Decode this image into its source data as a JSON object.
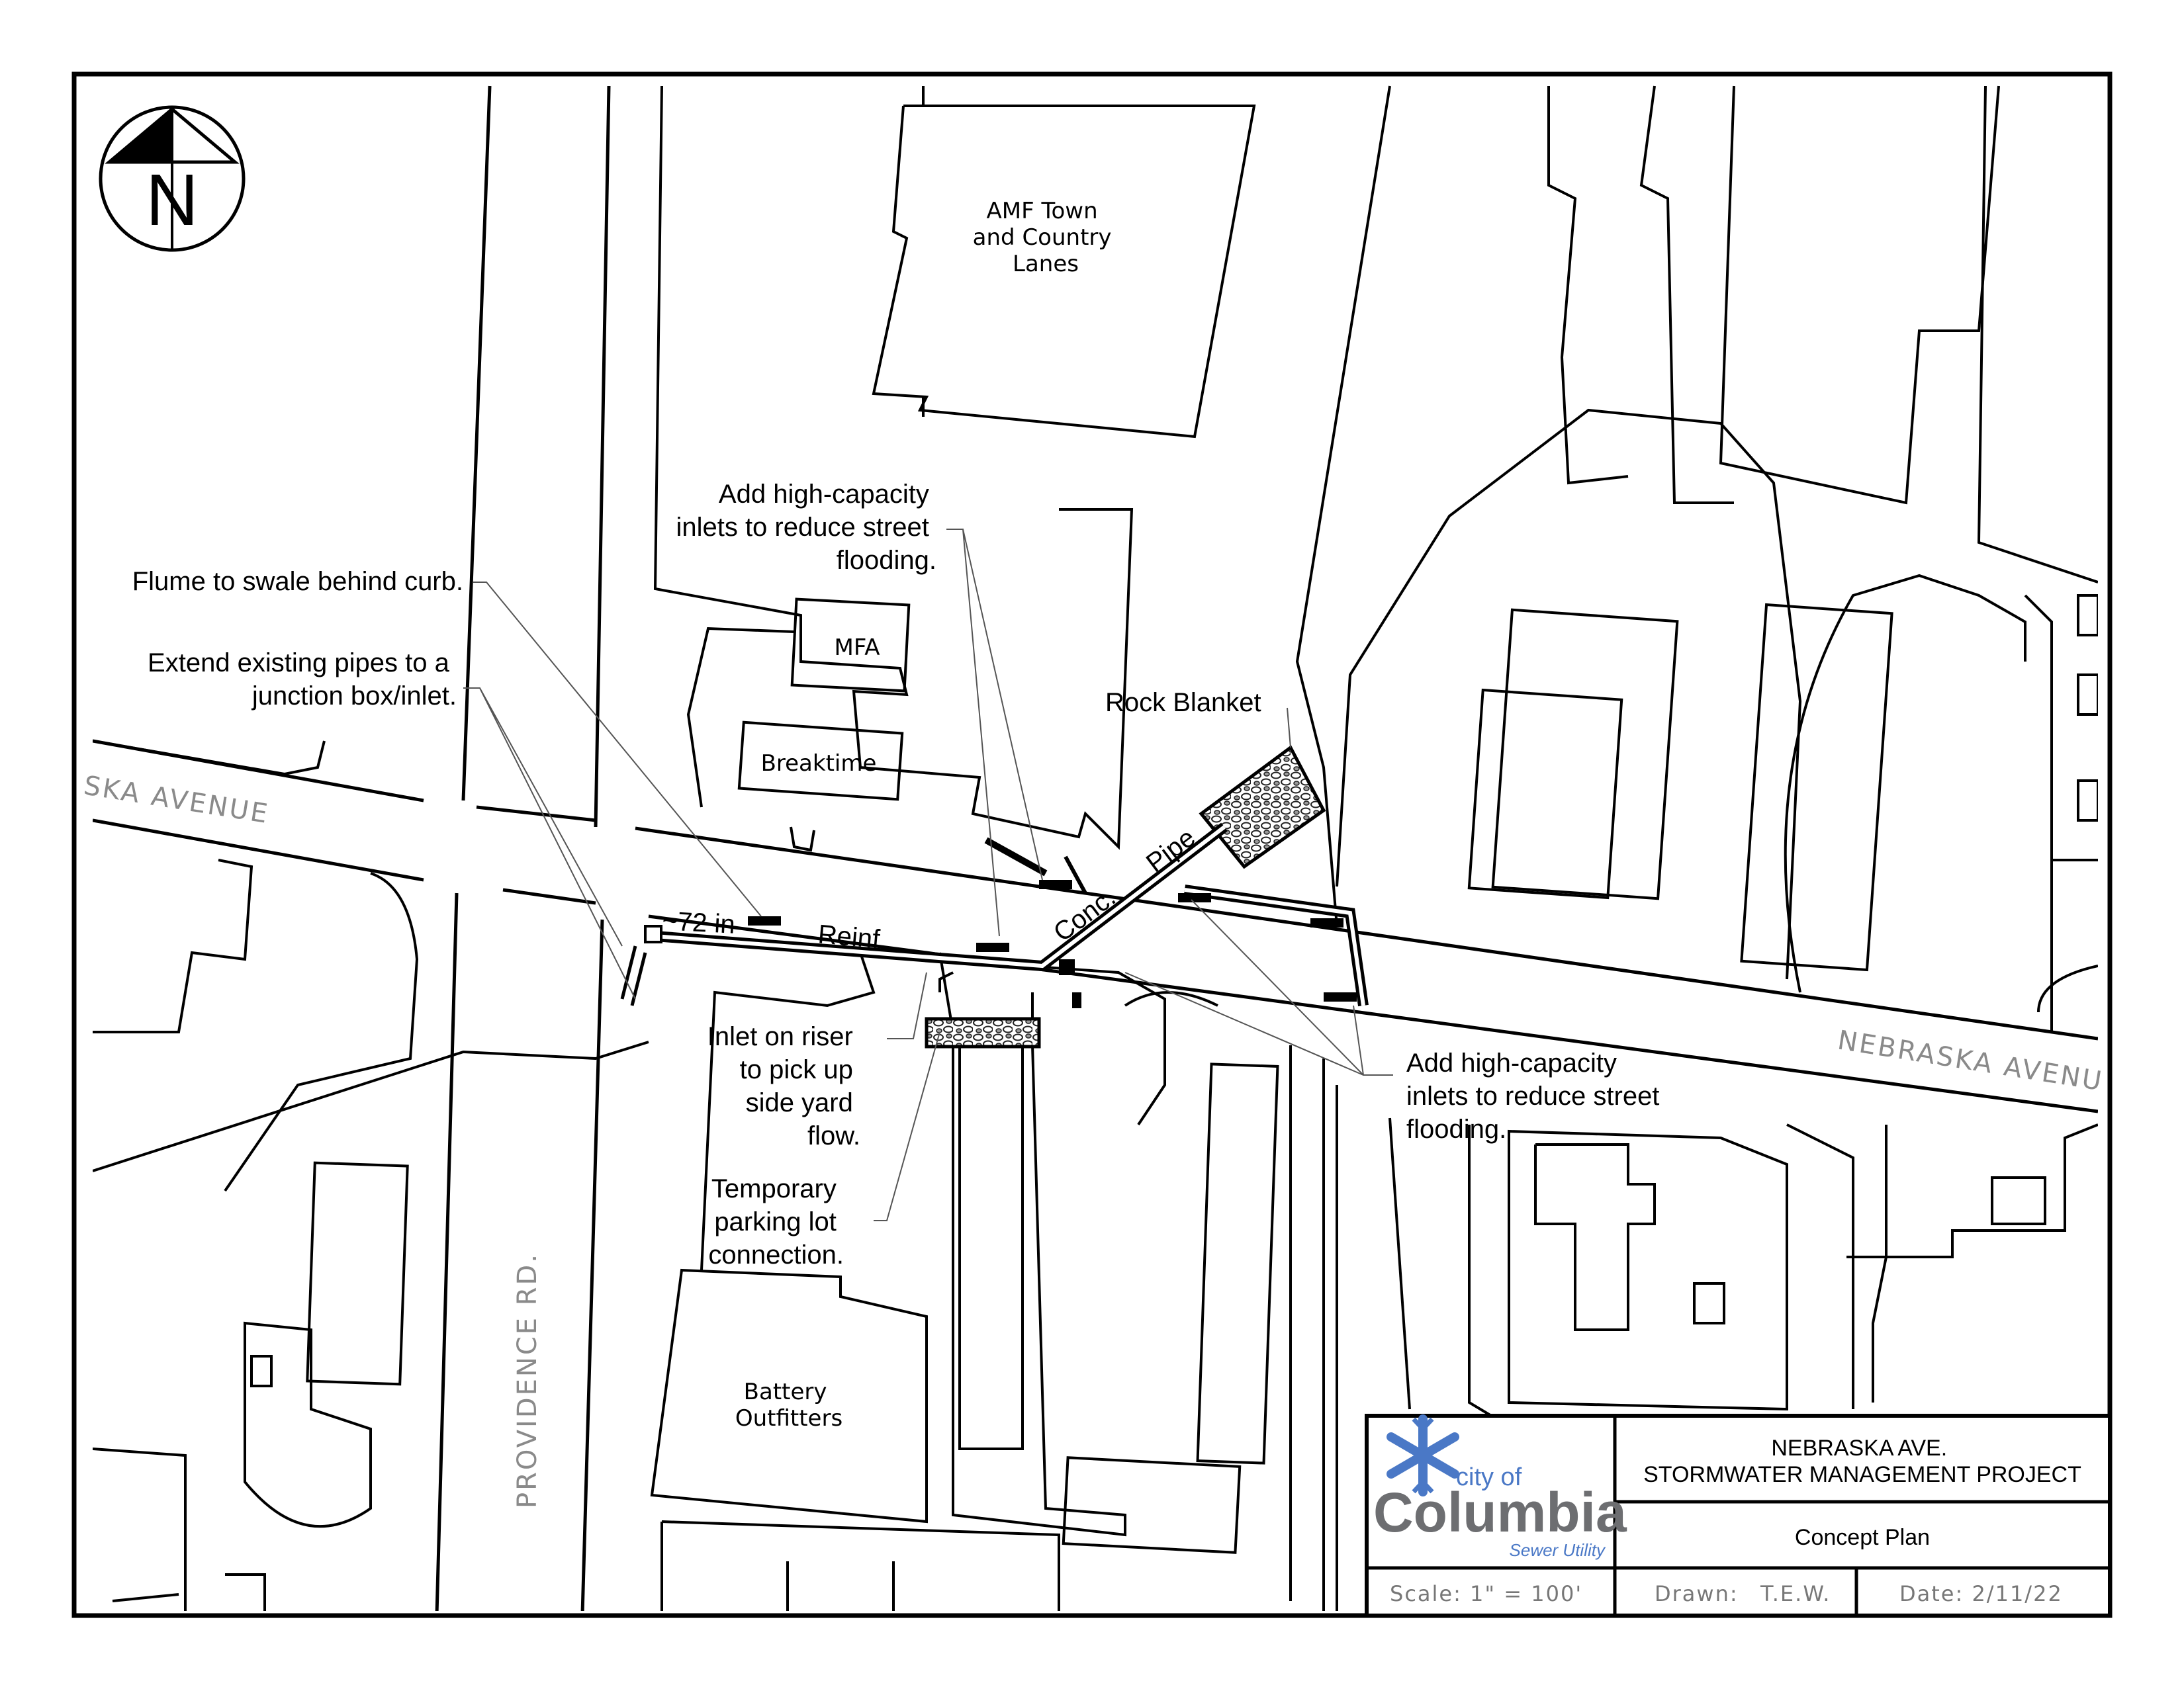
{
  "north_arrow": {
    "letter": "N"
  },
  "buildings": {
    "amf": [
      "AMF Town",
      "and Country",
      "Lanes"
    ],
    "mfa": "MFA",
    "breaktime": "Breaktime",
    "battery": [
      "Battery",
      "Outfitters"
    ]
  },
  "streets": {
    "nebraska_west": "SKA AVENUE",
    "nebraska_east": "NEBRASKA AVENU",
    "providence": "PROVIDENCE RD."
  },
  "pipe_labels": {
    "size": "~72 in",
    "reinf": "Reinf.",
    "conc": "Conc.",
    "pipe": "Pipe"
  },
  "callouts": {
    "inlets_top": [
      "Add high-capacity",
      "inlets to reduce street",
      "flooding."
    ],
    "flume": "Flume to swale behind curb.",
    "extend": [
      "Extend existing pipes to a",
      "junction box/inlet."
    ],
    "rock": "Rock Blanket",
    "riser": [
      "Inlet on riser",
      "to pick up",
      "side yard",
      "flow."
    ],
    "parking": [
      "Temporary",
      "parking lot",
      "connection."
    ],
    "inlets_bottom": [
      "Add high-capacity",
      "inlets to reduce street",
      "flooding."
    ]
  },
  "title_block": {
    "logo": {
      "city_of": "city of",
      "name": "Columbia",
      "subtitle": "Sewer Utility"
    },
    "project": [
      "NEBRASKA AVE.",
      "STORMWATER MANAGEMENT PROJECT"
    ],
    "sheet_title": "Concept Plan",
    "scale": "Scale:  1\"  =  100'",
    "drawn_label": "Drawn:",
    "drawn_value": "T.E.W.",
    "date": "Date: 2/11/22"
  },
  "colors": {
    "logo_blue": "#4a78c6",
    "logo_gray": "#6d6e71"
  }
}
